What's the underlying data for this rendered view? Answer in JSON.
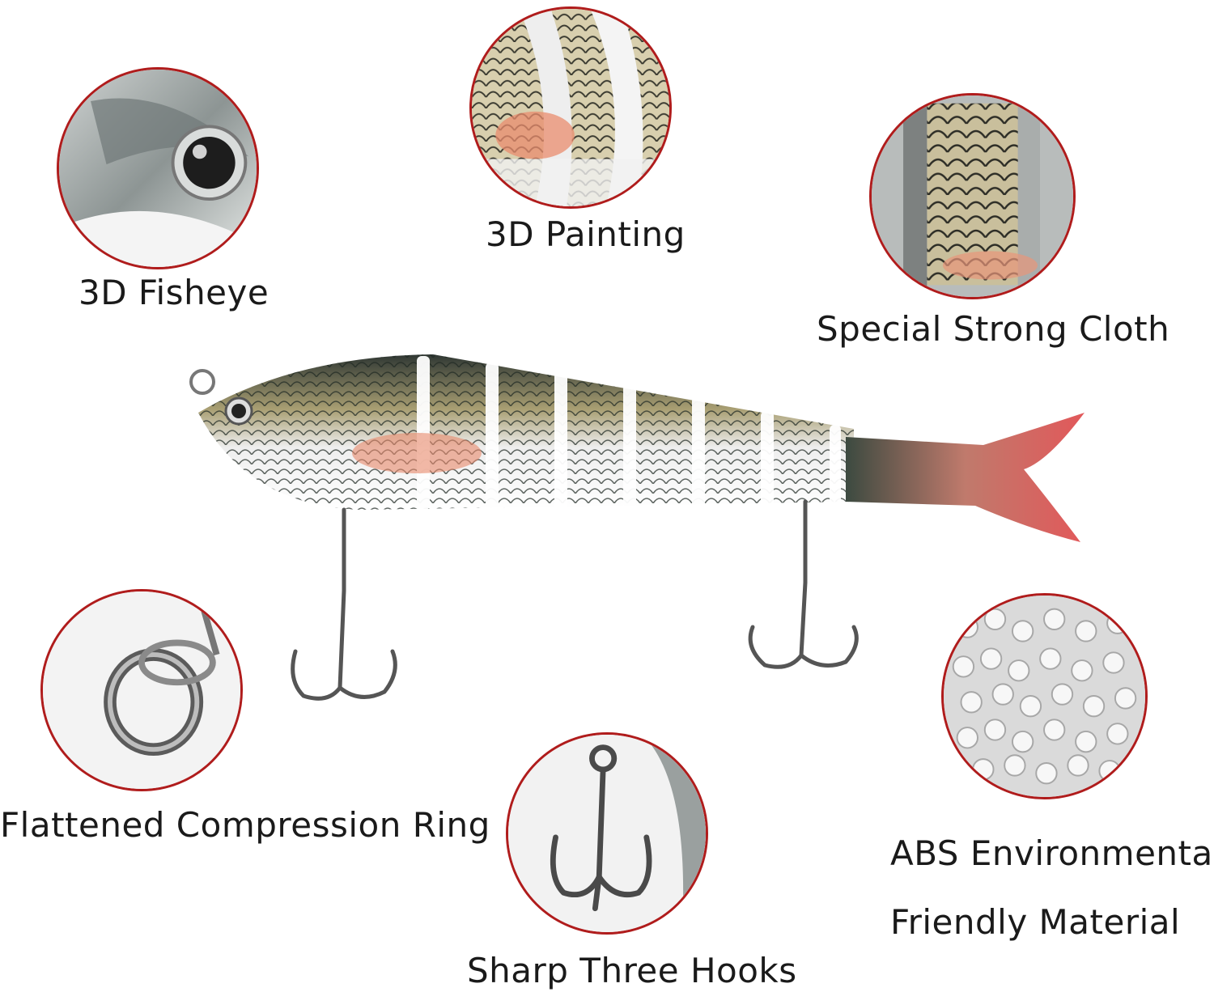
{
  "features": {
    "fisheye": {
      "label": "3D Fisheye"
    },
    "painting": {
      "label": "3D Painting"
    },
    "cloth": {
      "label": "Special Strong Cloth"
    },
    "ring": {
      "label": "Flattened Compression Ring"
    },
    "hooks": {
      "label": "Sharp Three Hooks"
    },
    "abs": {
      "label_line1": "ABS Environmentally",
      "label_line2": "Friendly Material"
    }
  },
  "colors": {
    "circle_border": "#b01c1c",
    "text": "#1a1a1a",
    "tail_red": "#e2585a"
  },
  "icons": [
    "fisheye-icon",
    "painted-scales-icon",
    "cloth-icon",
    "split-ring-icon",
    "treble-hook-icon",
    "abs-pellets-icon",
    "lure-fish-icon"
  ]
}
